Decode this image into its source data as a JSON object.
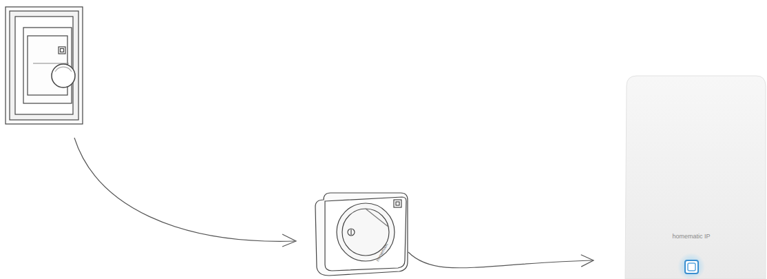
{
  "diagram": {
    "nodes": [
      {
        "text": [
          "homematic"
        ]
      },
      {
        "text": [
          "homematic IP"
        ]
      }
    ],
    "edges": [
      {
        "from": 0,
        "to": 1,
        "arrow": "to"
      }
    ]
  }
}
